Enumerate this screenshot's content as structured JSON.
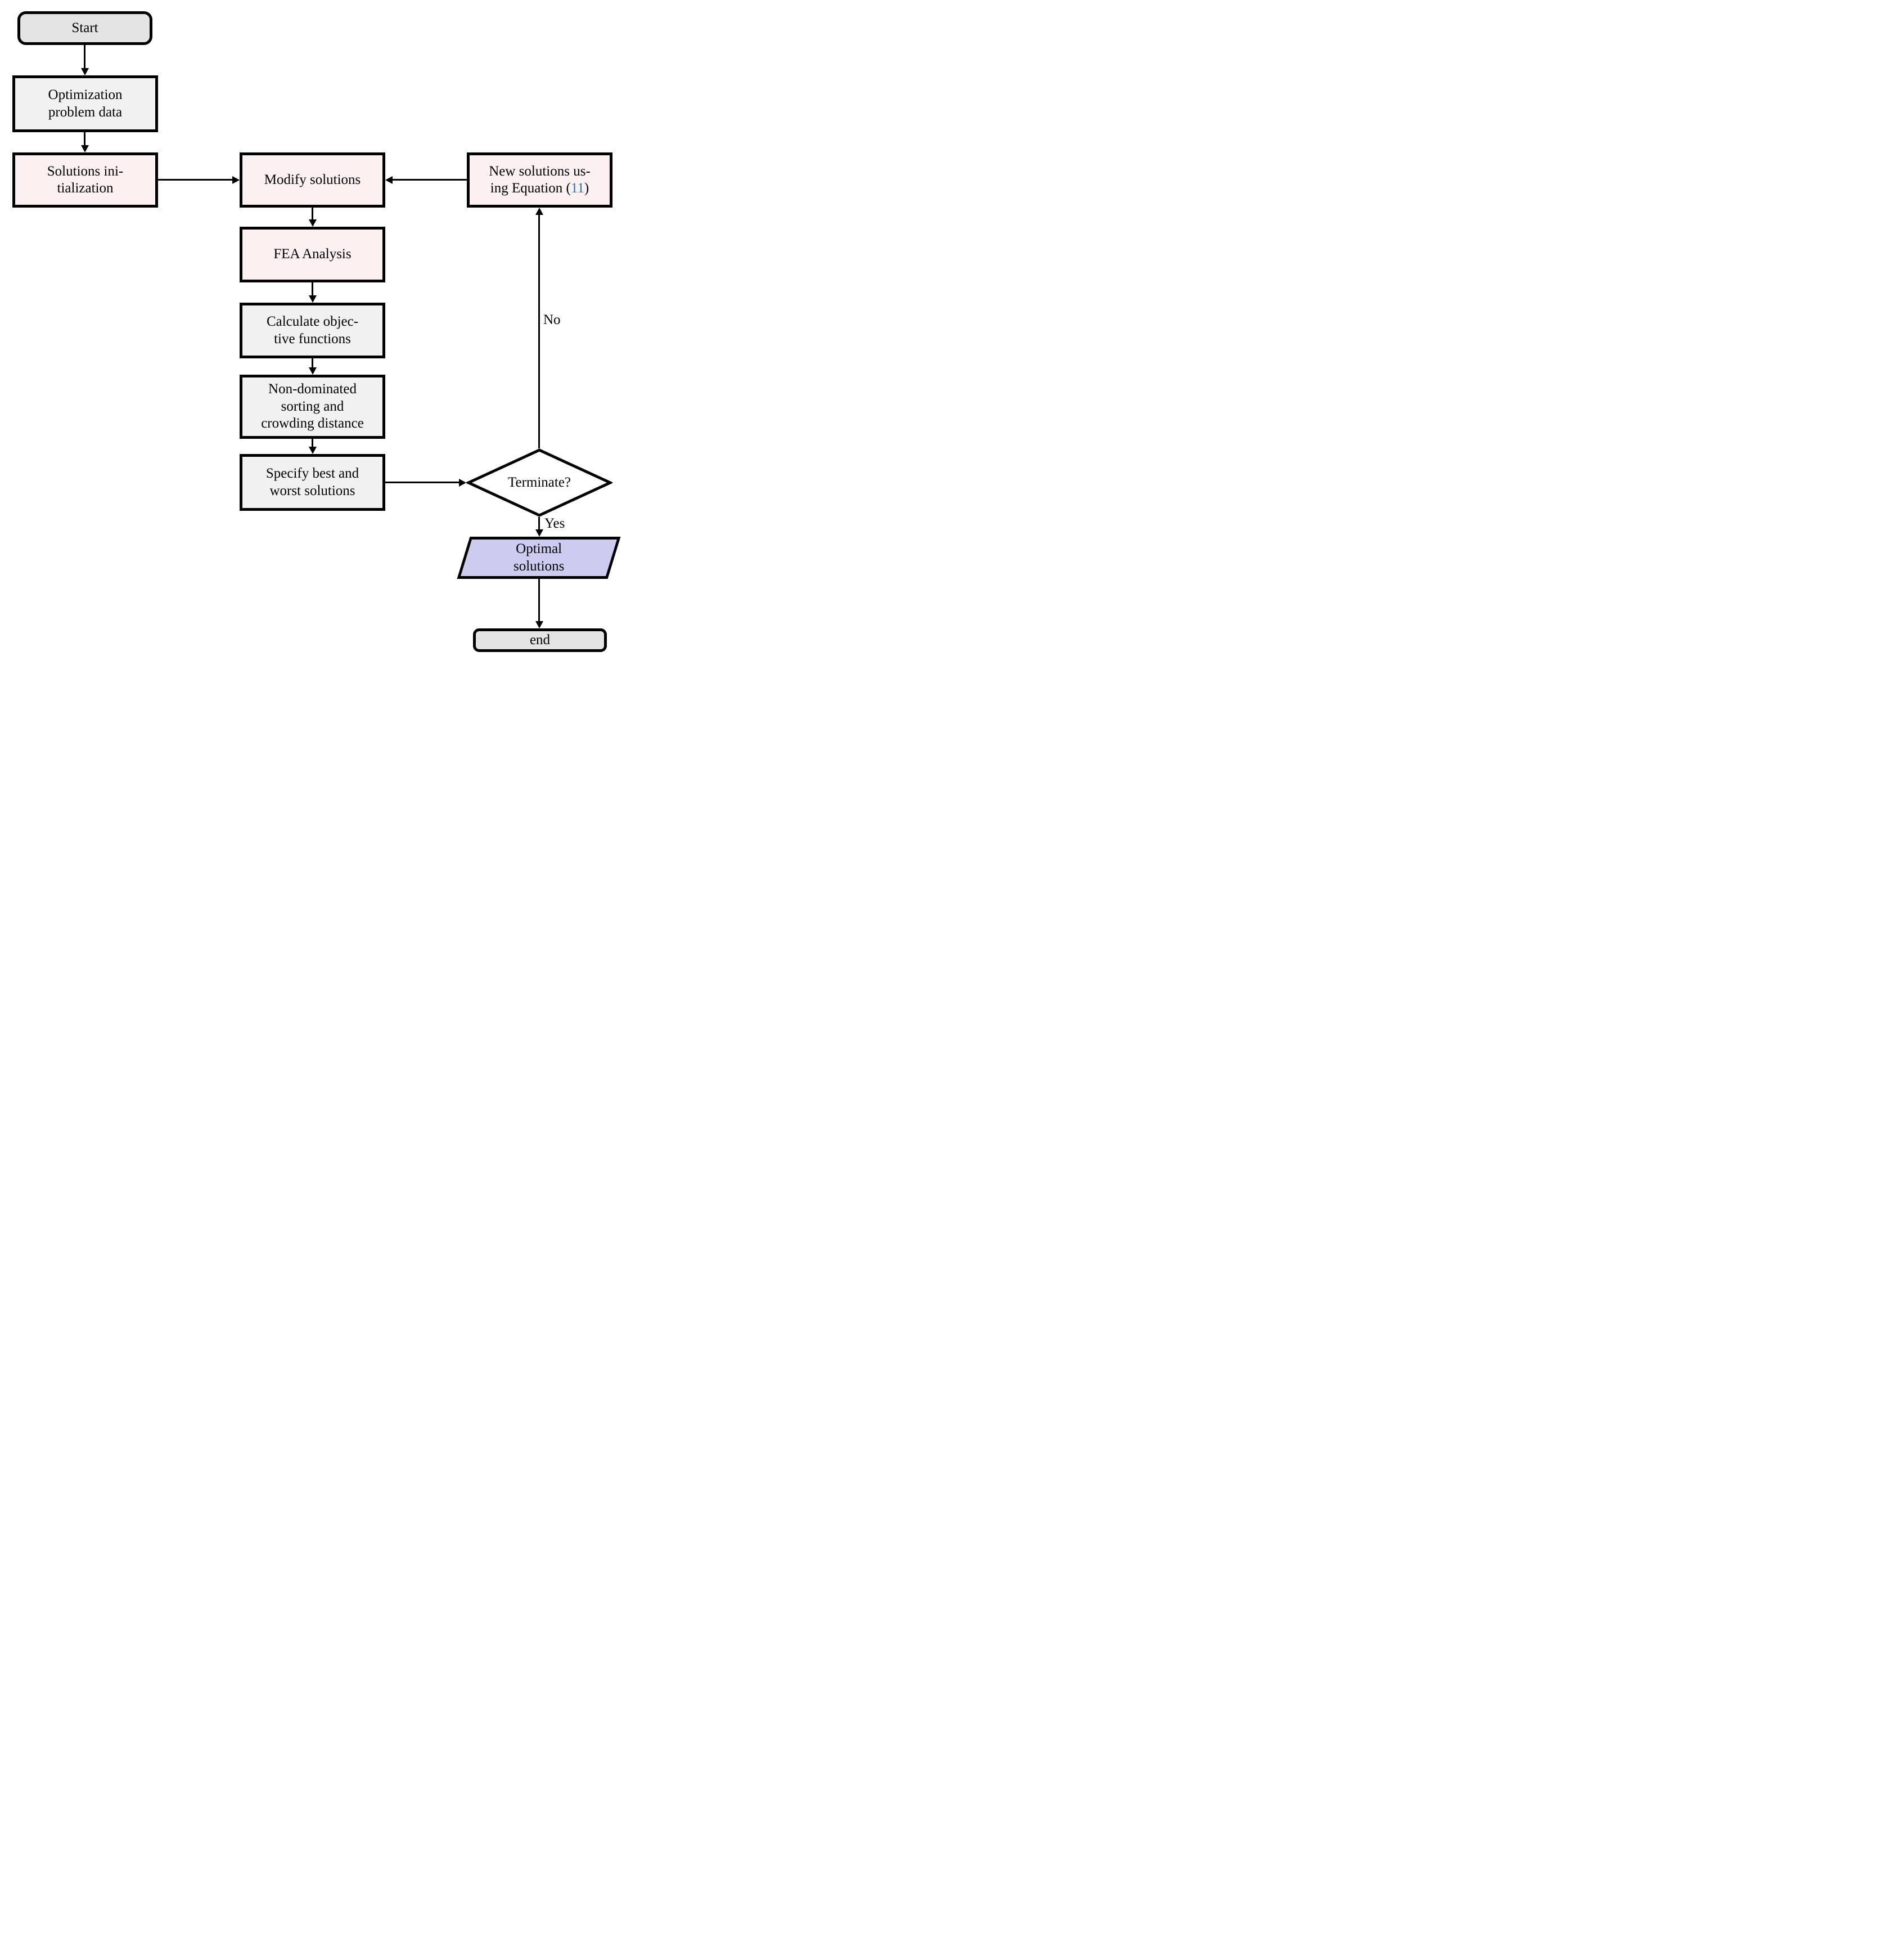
{
  "diagram": {
    "nodes": {
      "start": {
        "label": "Start"
      },
      "opt_data": {
        "lines": [
          "Optimization",
          "problem data"
        ]
      },
      "sol_init": {
        "lines": [
          "Solutions ini-",
          "tialization"
        ]
      },
      "modify": {
        "label": "Modify solutions"
      },
      "new_sol": {
        "text_before": "New solutions us-\ning Equation (",
        "equation_ref": "11",
        "text_after": ")"
      },
      "fea": {
        "label": "FEA Analysis"
      },
      "calc_obj": {
        "lines": [
          "Calculate objec-",
          "tive functions"
        ]
      },
      "nds": {
        "lines": [
          "Non-dominated",
          "sorting and",
          "crowding distance"
        ]
      },
      "specify": {
        "lines": [
          "Specify best and",
          "worst solutions"
        ]
      },
      "terminate": {
        "label": "Terminate?"
      },
      "optimal": {
        "lines": [
          "Optimal",
          "solutions"
        ]
      },
      "end": {
        "label": "end"
      }
    },
    "edge_labels": {
      "yes": "Yes",
      "no": "No"
    },
    "colors": {
      "terminal_fill": "#e4e4e4",
      "io_fill": "#f1f1f1",
      "process_fill": "#fcf1f0",
      "decision_fill": "#ffffff",
      "output_fill": "#cccbf0",
      "border": "#000000",
      "link": "#1f78b4"
    }
  }
}
